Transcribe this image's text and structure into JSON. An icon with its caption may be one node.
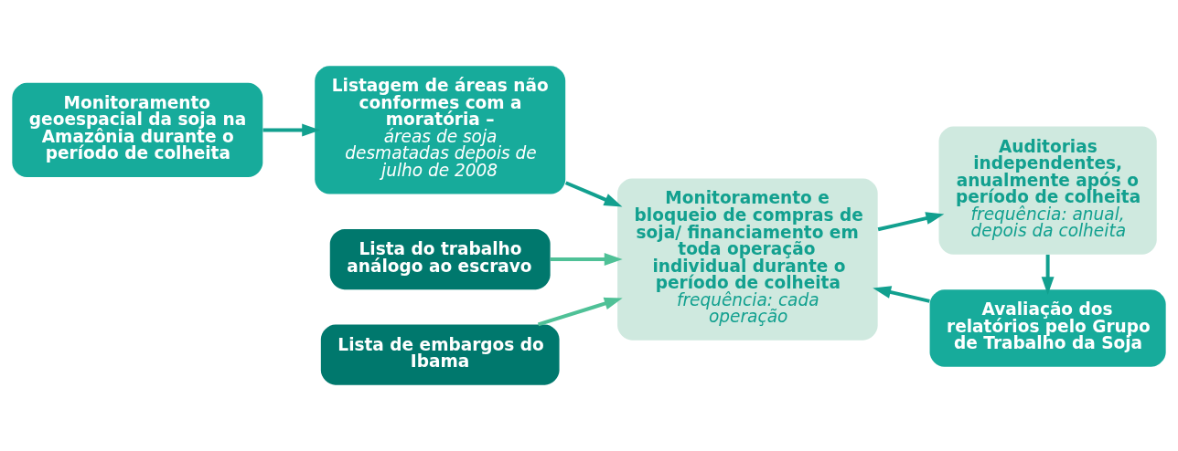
{
  "diagram": {
    "nodes": [
      {
        "text": [
          "Monitoramento geoespacial da soja na Amazônia durante o período de colheita"
        ]
      },
      {
        "text": [
          "Listagem de áreas não conformes com a moratória –",
          "áreas de soja desmatadas depois de julho de 2008"
        ]
      },
      {
        "text": [
          "Monitoramento e bloqueio de compras de soja/ financiamento em toda operação individual durante o período de colheita",
          "frequência: cada operação"
        ]
      },
      {
        "text": [
          "Auditorias independentes, anualmente após o período de colheita",
          "frequência: anual, depois da colheita"
        ]
      },
      {
        "text": [
          "Lista do trabalho análogo ao escravo"
        ]
      },
      {
        "text": [
          "Lista de embargos do Ibama"
        ]
      },
      {
        "text": [
          "Avaliação dos relatórios pelo Grupo de Trabalho da Soja"
        ]
      }
    ],
    "edges": [
      {
        "from": 0,
        "to": 1,
        "arrow": "to"
      },
      {
        "from": 1,
        "to": 2,
        "arrow": "to"
      },
      {
        "from": 2,
        "to": 3,
        "arrow": "to"
      },
      {
        "from": 3,
        "to": 6,
        "arrow": "to"
      },
      {
        "from": 6,
        "to": 2,
        "arrow": "to"
      },
      {
        "from": 4,
        "to": 2,
        "arrow": "to",
        "color": "#4fc197"
      },
      {
        "from": 5,
        "to": 2,
        "arrow": "to",
        "color": "#4fc197"
      }
    ]
  }
}
